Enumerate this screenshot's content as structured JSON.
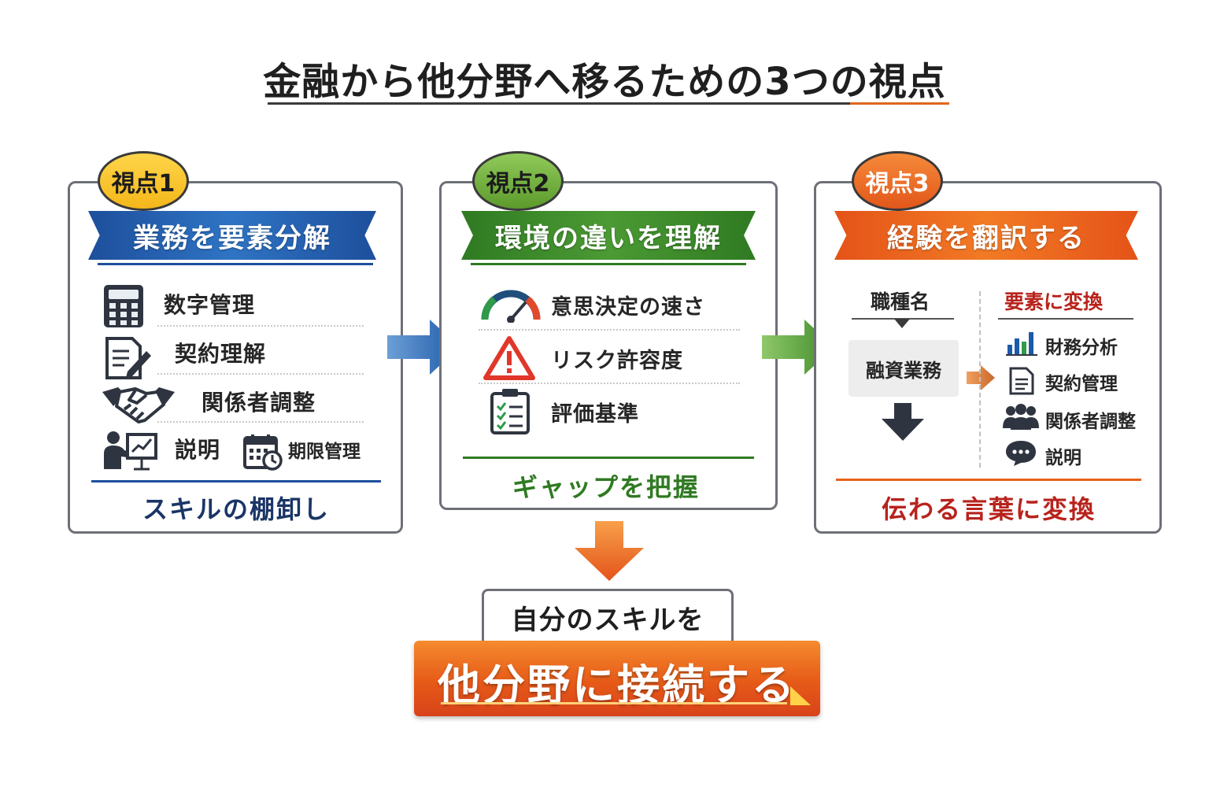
{
  "title": "金融から他分野へ移るための3つの視点",
  "colors": {
    "blue": "#1d5aa8",
    "green": "#3f8a2a",
    "orange": "#e8621a",
    "dark_red": "#b8231c",
    "navy": "#1a3566"
  },
  "panel1": {
    "badge": "視点1",
    "heading": "業務を要素分解",
    "items": [
      {
        "label": "数字管理",
        "icon": "calculator-icon"
      },
      {
        "label": "契約理解",
        "icon": "document-pen-icon"
      },
      {
        "label": "関係者調整",
        "icon": "handshake-icon"
      },
      {
        "label": "説明",
        "icon": "presenter-icon"
      },
      {
        "label": "期限管理",
        "icon": "calendar-clock-icon"
      }
    ],
    "footer": "スキルの棚卸し"
  },
  "panel2": {
    "badge": "視点2",
    "heading": "環境の違いを理解",
    "items": [
      {
        "label": "意思決定の速さ",
        "icon": "speedometer-icon"
      },
      {
        "label": "リスク許容度",
        "icon": "warning-icon"
      },
      {
        "label": "評価基準",
        "icon": "checklist-icon"
      }
    ],
    "footer": "ギャップを把握"
  },
  "panel3": {
    "badge": "視点3",
    "heading": "経験を翻訳する",
    "left_header": "職種名",
    "left_box": "融資業務",
    "right_header": "要素に変換",
    "items": [
      {
        "label": "財務分析",
        "icon": "bar-chart-icon"
      },
      {
        "label": "契約管理",
        "icon": "document-icon"
      },
      {
        "label": "関係者調整",
        "icon": "people-icon"
      },
      {
        "label": "説明",
        "icon": "speech-bubble-icon"
      }
    ],
    "footer": "伝わる言葉に変換"
  },
  "conclusion": {
    "top": "自分のスキルを",
    "bottom": "他分野に接続する"
  }
}
